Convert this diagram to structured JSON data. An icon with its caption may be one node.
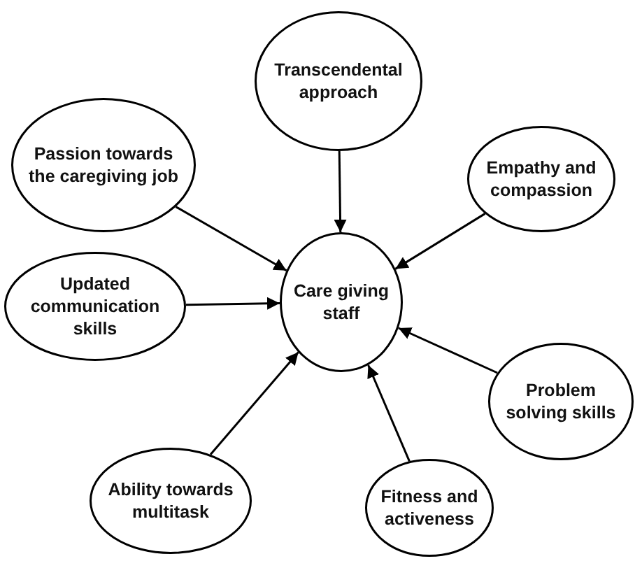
{
  "diagram": {
    "nodes": [
      {
        "text": [
          "Care giving staff"
        ]
      },
      {
        "text": [
          "Transcendental approach"
        ]
      },
      {
        "text": [
          "Passion towards the caregiving job"
        ]
      },
      {
        "text": [
          "Empathy and compassion"
        ]
      },
      {
        "text": [
          "Updated communication skills"
        ]
      },
      {
        "text": [
          "Problem solving skills"
        ]
      },
      {
        "text": [
          "Ability towards multitask"
        ]
      },
      {
        "text": [
          "Fitness and activeness"
        ]
      }
    ],
    "edges": [
      {
        "from": 1,
        "to": 0,
        "arrow": "to"
      },
      {
        "from": 2,
        "to": 0,
        "arrow": "to"
      },
      {
        "from": 3,
        "to": 0,
        "arrow": "to"
      },
      {
        "from": 4,
        "to": 0,
        "arrow": "to"
      },
      {
        "from": 5,
        "to": 0,
        "arrow": "to"
      },
      {
        "from": 6,
        "to": 0,
        "arrow": "to"
      },
      {
        "from": 7,
        "to": 0,
        "arrow": "to"
      }
    ]
  }
}
